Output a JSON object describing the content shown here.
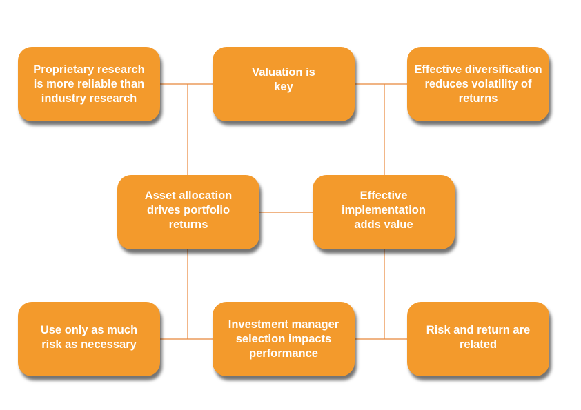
{
  "colors": {
    "box_fill": "#f39a2c",
    "connector": "#e8873a",
    "text": "#ffffff",
    "background": "#ffffff"
  },
  "boxes": {
    "proprietary_research": "Proprietary research\nis more reliable than\nindustry research",
    "valuation": "Valuation is\nkey",
    "diversification": "Effective diversification\nreduces volatility of\nreturns",
    "asset_allocation": "Asset allocation\ndrives portfolio\nreturns",
    "implementation": "Effective\nimplementation\nadds value",
    "risk_necessary": "Use only as much\nrisk as necessary",
    "manager_selection": "Investment manager\nselection impacts\nperformance",
    "risk_return": "Risk and return are\nrelated"
  }
}
